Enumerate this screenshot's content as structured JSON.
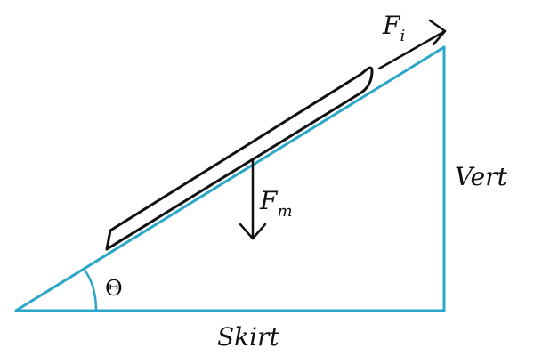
{
  "labels": {
    "force_incline_main": "F",
    "force_incline_sub": "i",
    "force_weight_main": "F",
    "force_weight_sub": "m",
    "vertical_side": "Vert",
    "horizontal_side": "Skirt",
    "angle": "Θ"
  },
  "colors": {
    "triangle": "#2aa6c9",
    "ski": "#111111",
    "arrows": "#111111",
    "text": "#111111"
  }
}
